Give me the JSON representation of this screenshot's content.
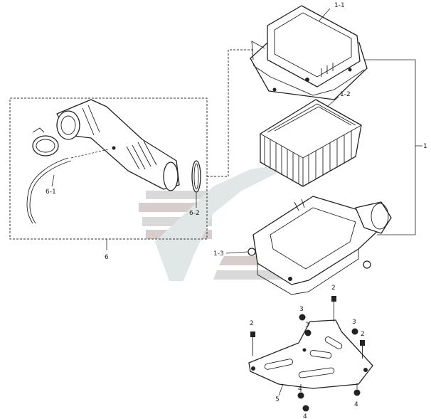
{
  "callouts": {
    "c1_1": "1-1",
    "c1_2": "1-2",
    "c1": "1",
    "c1_3": "1-3",
    "c6": "6",
    "c6_1": "6-1",
    "c6_2": "6-2",
    "c2a": "2",
    "c2b": "2",
    "c2c": "2",
    "c3a": "3",
    "c3b": "3",
    "c3c": "3",
    "c4a": "4",
    "c4b": "4",
    "c4c": "4",
    "c5": "5"
  },
  "watermark": {
    "colors": [
      "#b8b8b8",
      "#c9d3d3",
      "#b9a6a6"
    ]
  }
}
